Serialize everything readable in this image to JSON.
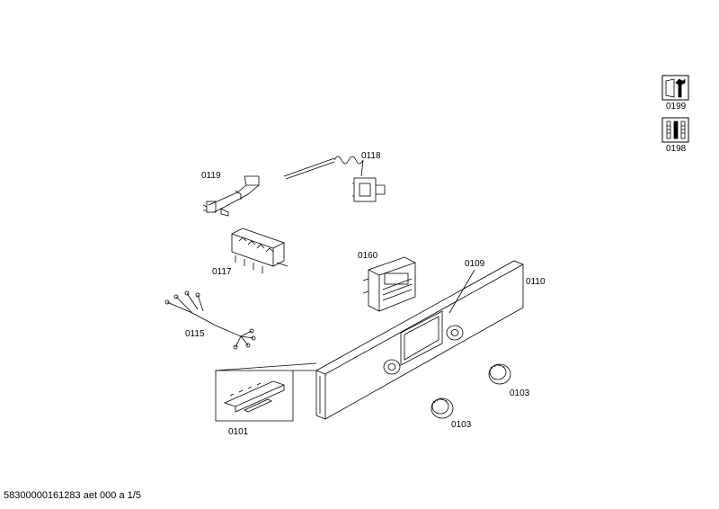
{
  "parts": {
    "p0119": "0119",
    "p0118": "0118",
    "p0117": "0117",
    "p0160": "0160",
    "p0109": "0109",
    "p0110": "0110",
    "p0115": "0115",
    "p0101": "0101",
    "p0103a": "0103",
    "p0103b": "0103"
  },
  "side_icons": {
    "top_label": "0199",
    "top_icon": "wrench-icon",
    "bottom_label": "0198",
    "bottom_icon": "screws-icon"
  },
  "footer": {
    "doc_ref": "58300000161283 aet 000 a 1/5"
  }
}
